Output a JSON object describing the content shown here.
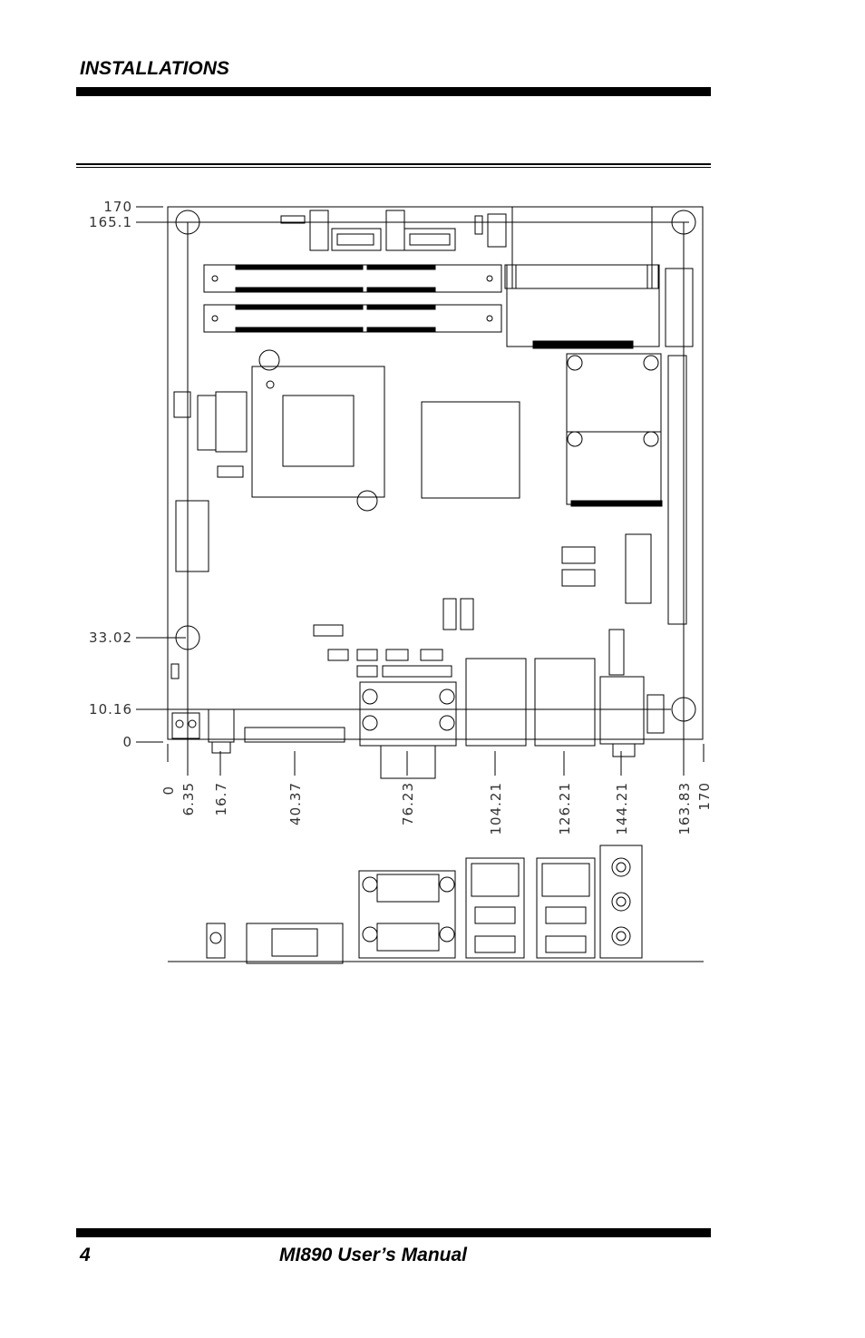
{
  "header": {
    "section_title": "INSTALLATIONS"
  },
  "footer": {
    "page_number": "4",
    "manual_title": "MI890 User’s Manual"
  },
  "diagram": {
    "left_dimensions": [
      "170",
      "165.1",
      "33.02",
      "10.16",
      "0"
    ],
    "bottom_dimensions": [
      "0",
      "6.35",
      "16.7",
      "40.37",
      "76.23",
      "104.21",
      "126.21",
      "144.21",
      "163.83",
      "170"
    ]
  }
}
